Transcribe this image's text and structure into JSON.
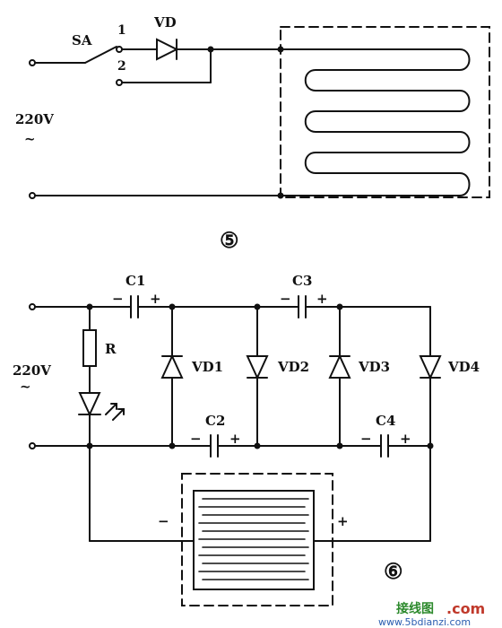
{
  "diagram5": {
    "switch_label": "SA",
    "pos1": "1",
    "pos2": "2",
    "diode_label": "VD",
    "voltage": "220V",
    "ac_symbol": "~",
    "figure_number": "⑤"
  },
  "diagram6": {
    "c1": "C1",
    "c2": "C2",
    "c3": "C3",
    "c4": "C4",
    "resistor": "R",
    "vd1": "VD1",
    "vd2": "VD2",
    "vd3": "VD3",
    "vd4": "VD4",
    "voltage": "220V",
    "ac_symbol": "~",
    "minus": "−",
    "plus": "+",
    "load_minus": "−",
    "load_plus": "+",
    "figure_number": "⑥"
  },
  "watermark": {
    "logo": "接线图",
    "domain": ".com",
    "url": "www.5bdianzi.com"
  },
  "colors": {
    "ink": "#111111",
    "background": "#ffffff"
  }
}
